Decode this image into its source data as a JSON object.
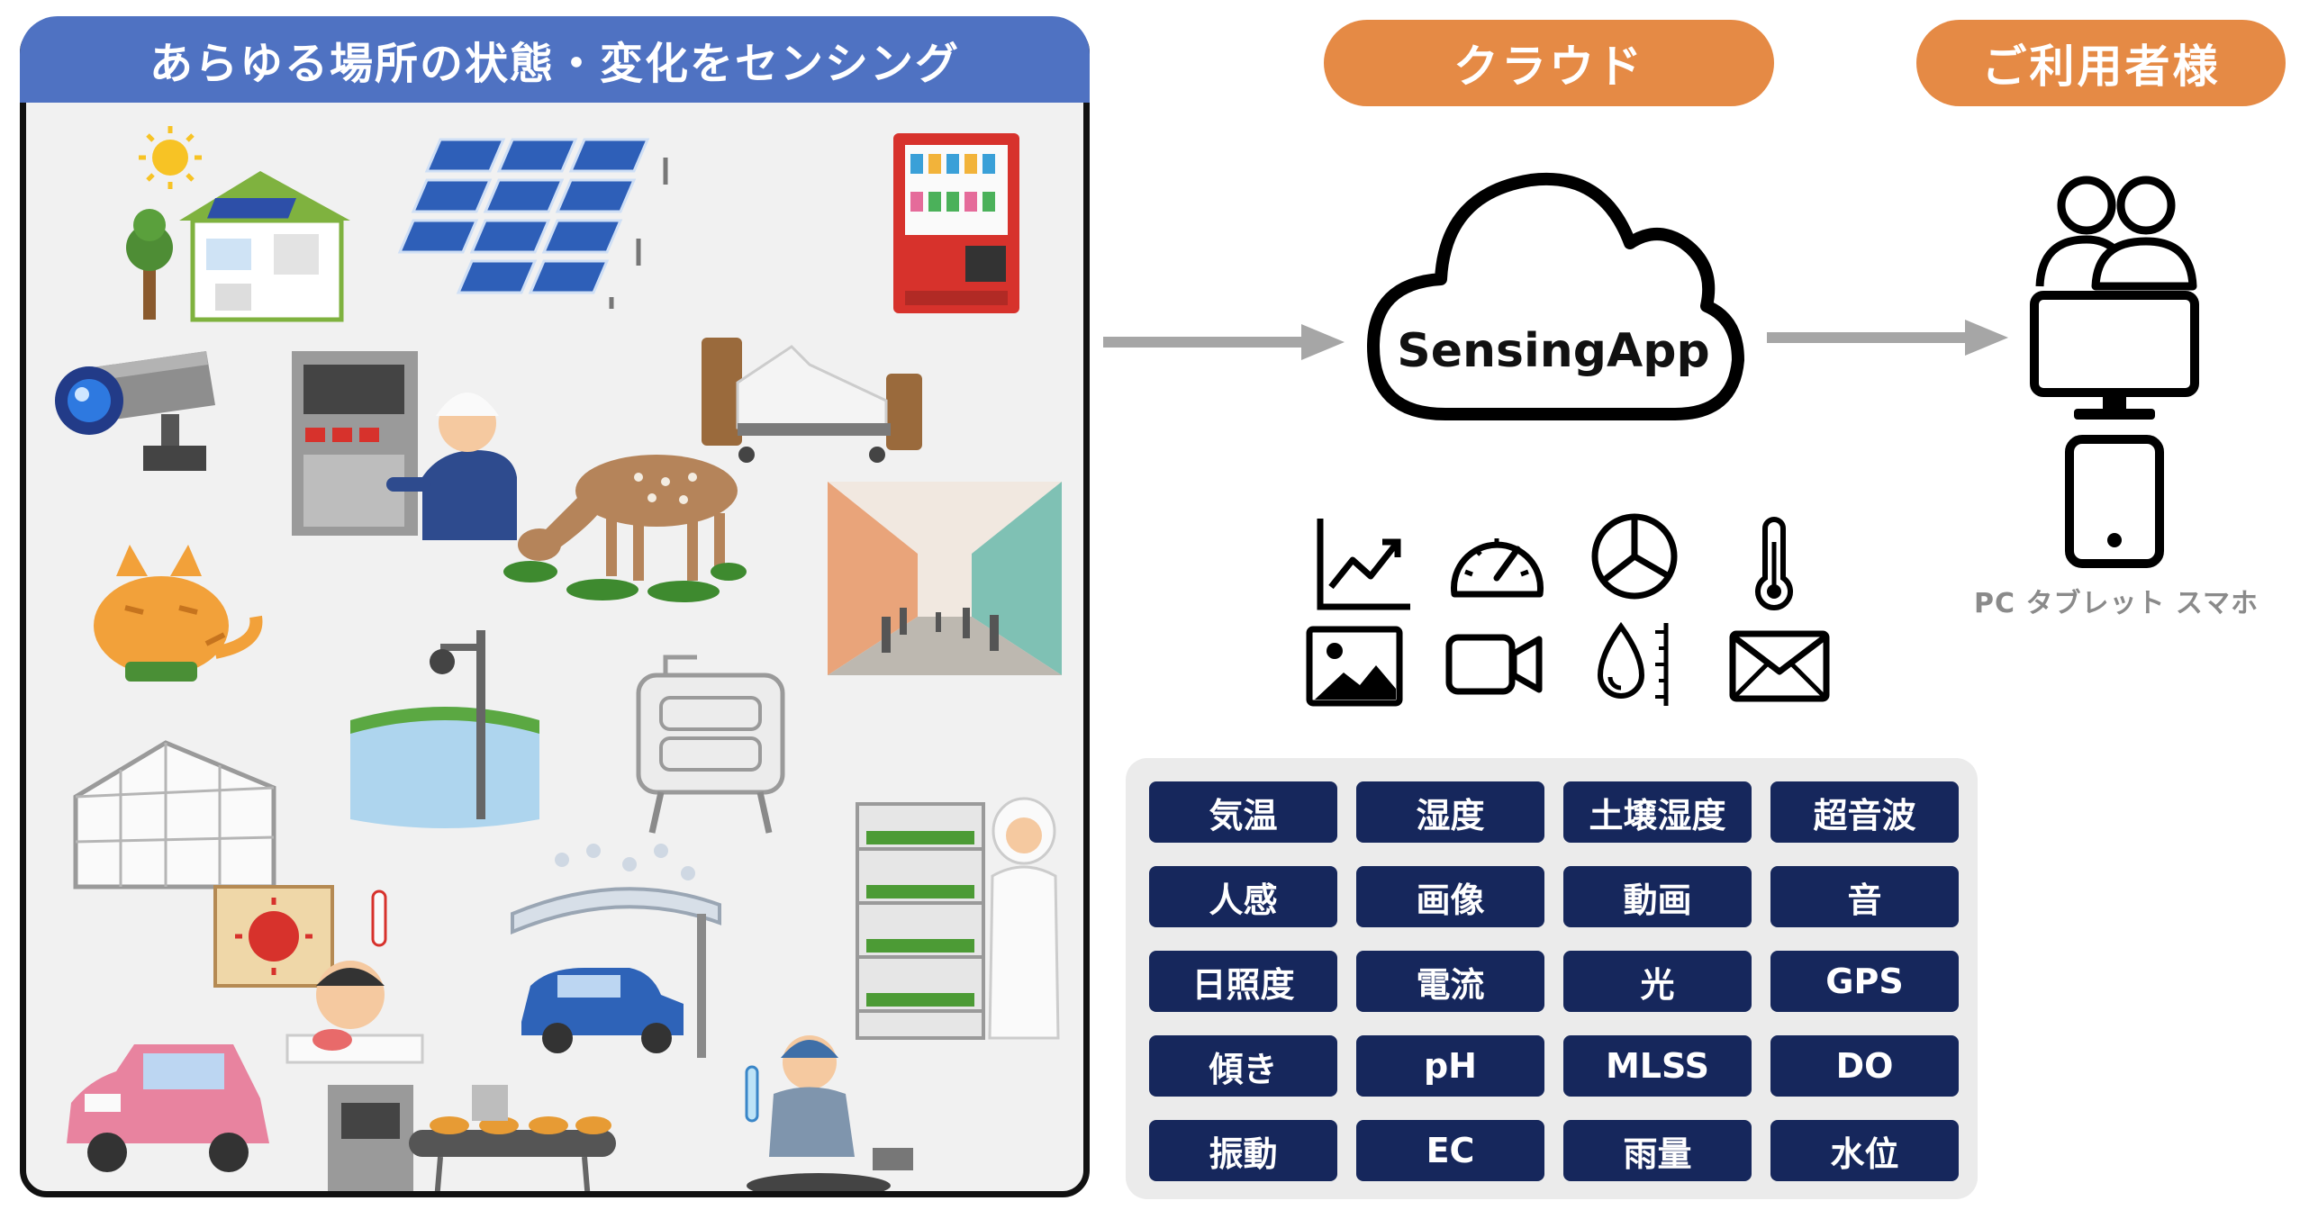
{
  "left": {
    "title": "あらゆる場所の状態・変化をセンシング"
  },
  "cloud": {
    "label": "クラウド",
    "app_name": "SensingApp"
  },
  "users": {
    "label": "ご利用者様",
    "devices_caption": "PC タブレット スマホ"
  },
  "data_icons": [
    "chart-icon",
    "gauge-icon",
    "pie-chart-icon",
    "thermometer-icon",
    "image-icon",
    "video-icon",
    "water-level-icon",
    "mail-icon"
  ],
  "sensors": [
    "気温",
    "湿度",
    "土壌湿度",
    "超音波",
    "人感",
    "画像",
    "動画",
    "音",
    "日照度",
    "電流",
    "光",
    "GPS",
    "傾き",
    "pH",
    "MLSS",
    "DO",
    "振動",
    "EC",
    "雨量",
    "水位"
  ],
  "colors": {
    "header_blue": "#4f72c2",
    "pill_orange": "#e58a45",
    "chip_navy": "#16275c",
    "arrow_gray": "#a6a6a6"
  }
}
